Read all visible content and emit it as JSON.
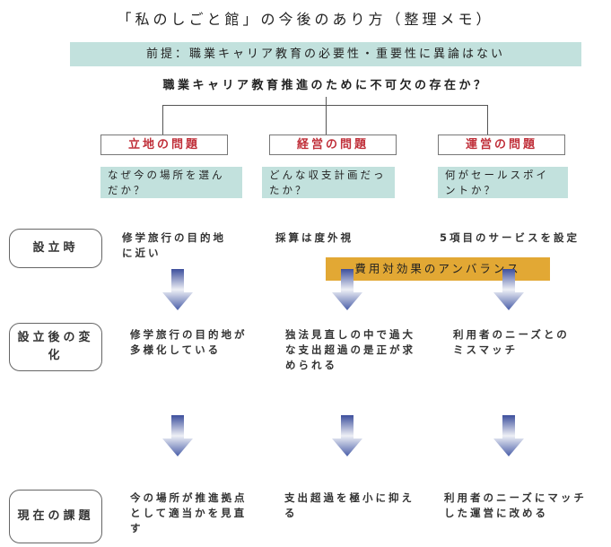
{
  "title": "「私のしごと館」の今後のあり方（整理メモ）",
  "premise": "前提：職業キャリア教育の必要性・重要性に異論はない",
  "question": "職業キャリア教育推進のために不可欠の存在か？",
  "columns": [
    {
      "heading": "立地の問題",
      "question": "なぜ今の場所を選んだか？"
    },
    {
      "heading": "経営の問題",
      "question": "どんな収支計画だったか？"
    },
    {
      "heading": "運営の問題",
      "question": "何がセールスポイントか？"
    }
  ],
  "rows": [
    {
      "label": "設立時",
      "cells": [
        "修学旅行の目的地に近い",
        "採算は度外視",
        "5項目のサービスを設定"
      ]
    },
    {
      "label": "設立後の変化",
      "cells": [
        "修学旅行の目的地が多様化している",
        "独法見直しの中で過大な支出超過の是正が求められる",
        "利用者のニーズとのミスマッチ"
      ]
    },
    {
      "label": "現在の課題",
      "cells": [
        "今の場所が推進拠点として適当かを見直す",
        "支出超過を極小に抑える",
        "利用者のニーズにマッチした運営に改める"
      ]
    }
  ],
  "imbalance": "費用対効果のアンバランス",
  "colors": {
    "teal": "#c2e1dd",
    "red": "#c0303a",
    "orange": "#e2a834",
    "arrow": "#4a5ea8"
  }
}
